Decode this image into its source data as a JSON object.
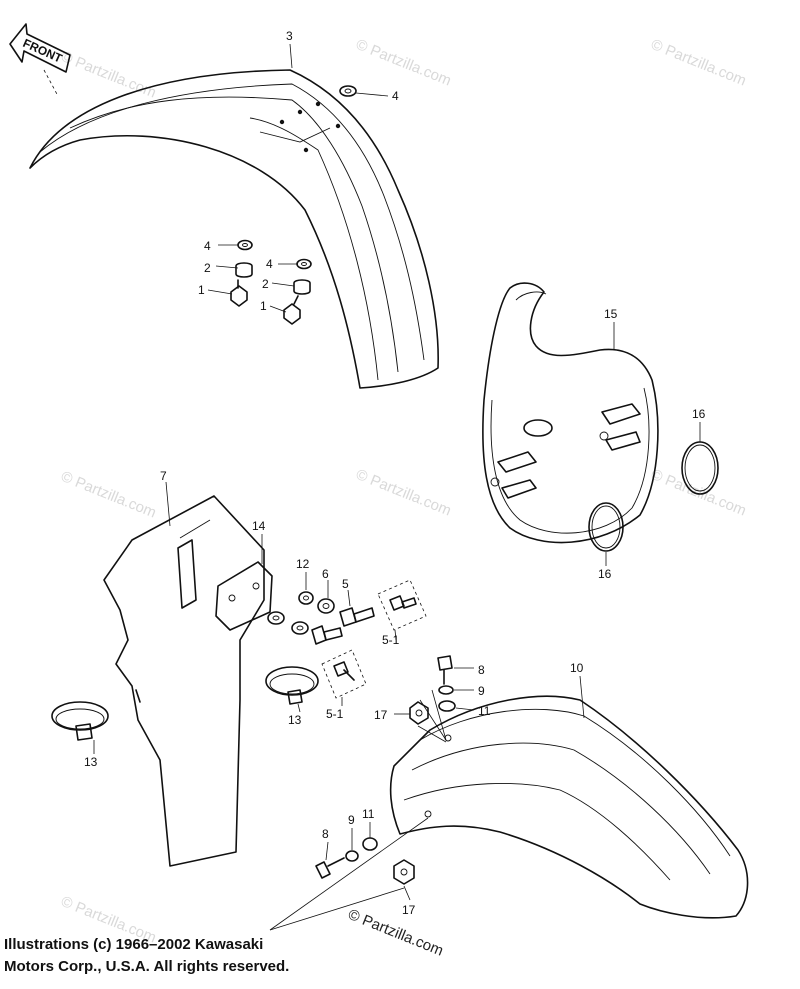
{
  "front_arrow": {
    "text": "FRONT"
  },
  "watermark": {
    "text": "© Partzilla.com"
  },
  "callouts": [
    {
      "id": "c3",
      "text": "3"
    },
    {
      "id": "c4a",
      "text": "4"
    },
    {
      "id": "c4b",
      "text": "4"
    },
    {
      "id": "c4c",
      "text": "4"
    },
    {
      "id": "c2a",
      "text": "2"
    },
    {
      "id": "c2b",
      "text": "2"
    },
    {
      "id": "c1a",
      "text": "1"
    },
    {
      "id": "c1b",
      "text": "1"
    },
    {
      "id": "c15",
      "text": "15"
    },
    {
      "id": "c16a",
      "text": "16"
    },
    {
      "id": "c16b",
      "text": "16"
    },
    {
      "id": "c7",
      "text": "7"
    },
    {
      "id": "c14",
      "text": "14"
    },
    {
      "id": "c12",
      "text": "12"
    },
    {
      "id": "c6",
      "text": "6"
    },
    {
      "id": "c5",
      "text": "5"
    },
    {
      "id": "c5-1a",
      "text": "5-1"
    },
    {
      "id": "c5-1b",
      "text": "5-1"
    },
    {
      "id": "c13a",
      "text": "13"
    },
    {
      "id": "c13b",
      "text": "13"
    },
    {
      "id": "c10",
      "text": "10"
    },
    {
      "id": "c8a",
      "text": "8"
    },
    {
      "id": "c9a",
      "text": "9"
    },
    {
      "id": "c11a",
      "text": "11"
    },
    {
      "id": "c17a",
      "text": "17"
    },
    {
      "id": "c8b",
      "text": "8"
    },
    {
      "id": "c9b",
      "text": "9"
    },
    {
      "id": "c11b",
      "text": "11"
    },
    {
      "id": "c17b",
      "text": "17"
    }
  ],
  "copyright": {
    "line1": "Illustrations (c) 1966–2002 Kawasaki",
    "line2": "Motors Corp., U.S.A.  All rights reserved."
  },
  "footer_watermark": "© Partzilla.com"
}
